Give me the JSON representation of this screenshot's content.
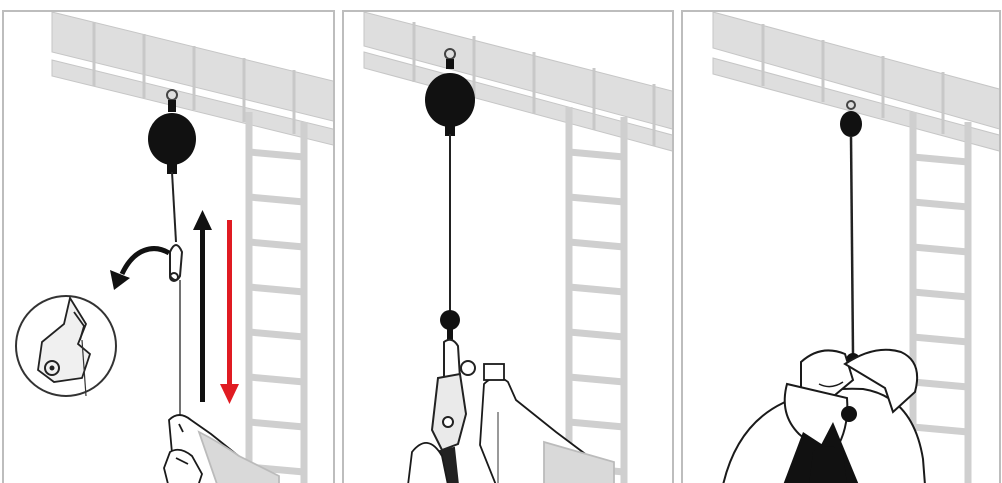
{
  "figure": {
    "panels": [
      {
        "id": "step-1",
        "description_hidden": ""
      },
      {
        "id": "step-2",
        "description_hidden": ""
      },
      {
        "id": "step-3",
        "description_hidden": ""
      }
    ],
    "colors": {
      "structure": "#d6d6d6",
      "structure_edge": "#bcbcbc",
      "device": "#111111",
      "arrow_up": "#111111",
      "arrow_down": "#e01b22",
      "skin_stroke": "#1a1a1a",
      "panel_border": "#bdbdbd"
    },
    "icons": [
      "retractable-device-icon",
      "carabiner-icon",
      "hand-icon",
      "worker-icon",
      "ladder-icon",
      "truss-icon"
    ]
  }
}
